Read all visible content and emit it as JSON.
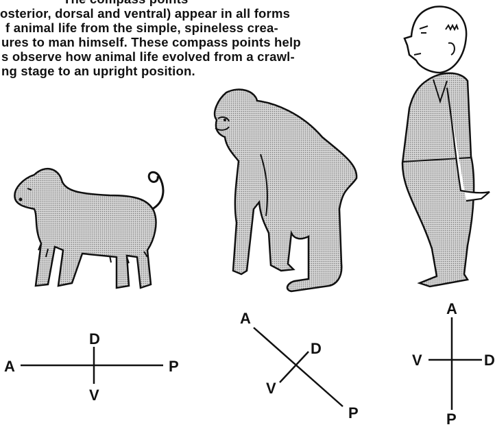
{
  "paragraph": {
    "lines": [
      "The compass points",
      "osterior, dorsal and ventral) appear in all forms",
      "f animal life from the simple, spineless crea-",
      "ures to man himself. These compass points help",
      "s observe how animal life evolved from a crawl-",
      "ng stage to an upright position."
    ]
  },
  "figures": {
    "dog": {
      "compass": {
        "left": "A",
        "right": "P",
        "top": "D",
        "bottom": "V"
      }
    },
    "ape": {
      "compass": {
        "top_left": "A",
        "bottom_right": "P",
        "upper_right": "D",
        "lower_left": "V"
      }
    },
    "man": {
      "compass": {
        "top": "A",
        "bottom": "P",
        "left": "V",
        "right": "D"
      }
    }
  },
  "colors": {
    "ink": "#111111",
    "fill": "#c9c9c9",
    "paper": "#ffffff"
  }
}
